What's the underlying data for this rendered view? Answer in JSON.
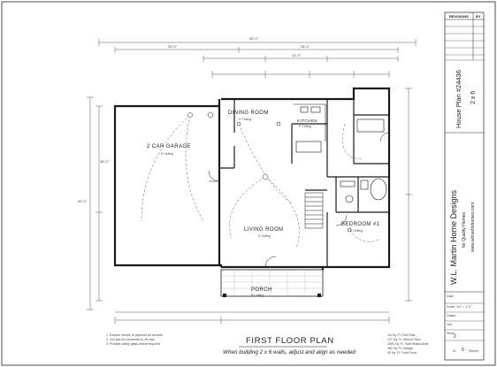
{
  "plan": {
    "title": "FIRST FLOOR PLAN",
    "subtitle": "When building 2 x 6 walls, adjust and align as needed",
    "rooms": {
      "garage": {
        "name": "2 CAR GARAGE",
        "ceiling": "8' Ceiling"
      },
      "dining": {
        "name": "DINING ROOM",
        "ceiling": "9' Ceiling"
      },
      "kitchen": {
        "name": "KITCHEN",
        "ceiling": "9' Ceiling"
      },
      "living": {
        "name": "LIVING ROOM",
        "ceiling": "9' Ceiling"
      },
      "bedroom": {
        "name": "BEDROOM #1",
        "ceiling": "9' Ceiling"
      },
      "porch": {
        "name": "PORCH",
        "ceiling": "8' Ceiling"
      }
    },
    "dimensions": {
      "overall_top": "55'-0\"",
      "overall_top2": "28'-0\"",
      "seg1": "26'-0\"",
      "seg2": "14'-0\"",
      "left": "20'-0\"",
      "left2": "36'-0\""
    },
    "notes": {
      "n1": "1. Exterior sheets of plywood all corners",
      "n2": "2. 1x4 sky for horizontal to 4ft max",
      "n3": "3. Provide safety glass where required"
    },
    "area_table": {
      "r1": "1st Sq. Ft. First Floor",
      "r2": "747 Sq. Ft. Second Floor",
      "r3": "2093 Sq. Ft. Total Heated Area",
      "r4": "480 Sq. Ft. Garage",
      "r5": "40 Sq. Ft. Front Porch"
    }
  },
  "title_block": {
    "revisions_header": "REVISIONS",
    "by_header": "BY",
    "house_plan": "House Plan #24436",
    "wall": "2 x 6",
    "company": "W.L. Martin Home Designs",
    "tagline": "for Quality Homes",
    "website": "www.wlmartinhomes.com",
    "fields": {
      "date": "Date",
      "scale": "Scale: 1/4\" = 1'-0\"",
      "drawn": "Drawn",
      "job": "Job",
      "sheet_label": "Sheet",
      "sheet_num": "2",
      "of": "of",
      "sheets_total": "5",
      "sheets_word": "Sheets"
    }
  },
  "colors": {
    "line": "#1a1a1a",
    "dim": "#555555",
    "sheet": "#ffffff"
  }
}
